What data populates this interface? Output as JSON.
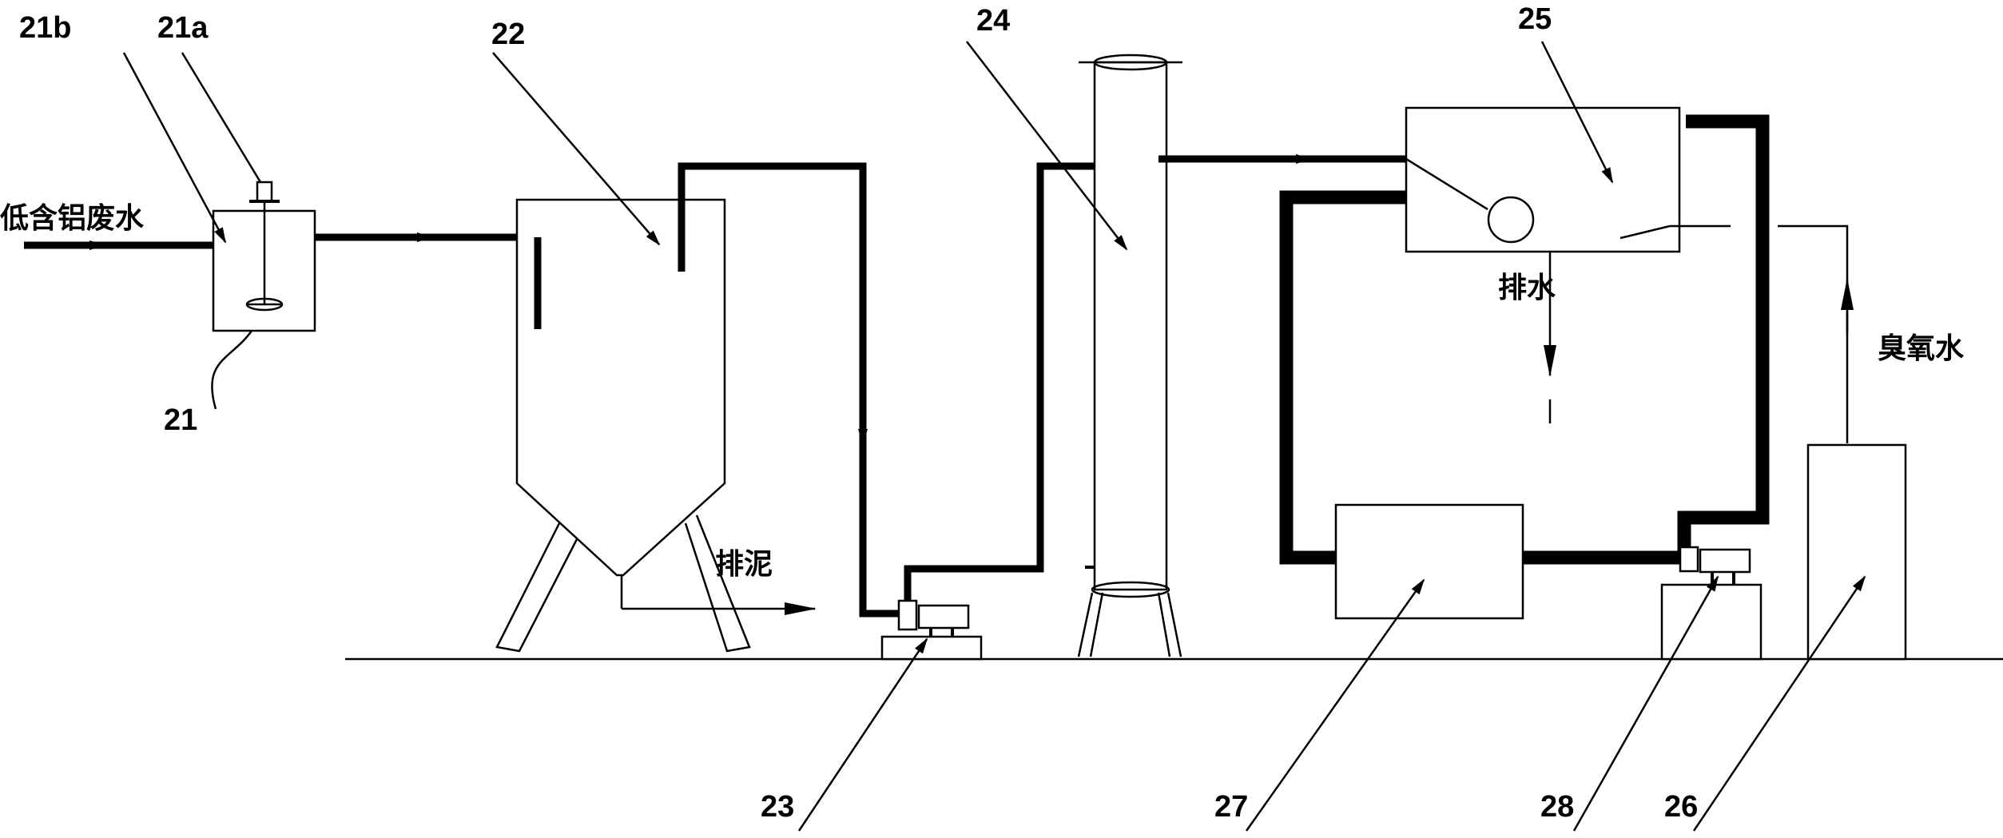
{
  "labels": {
    "n21": "21",
    "n21a": "21a",
    "n21b": "21b",
    "n22": "22",
    "n23": "23",
    "n24": "24",
    "n25": "25",
    "n26": "26",
    "n27": "27",
    "n28": "28"
  },
  "text": {
    "inlet": "低含铝废水",
    "sludge": "排泥",
    "drain": "排水",
    "ozone_water": "臭氧水"
  }
}
